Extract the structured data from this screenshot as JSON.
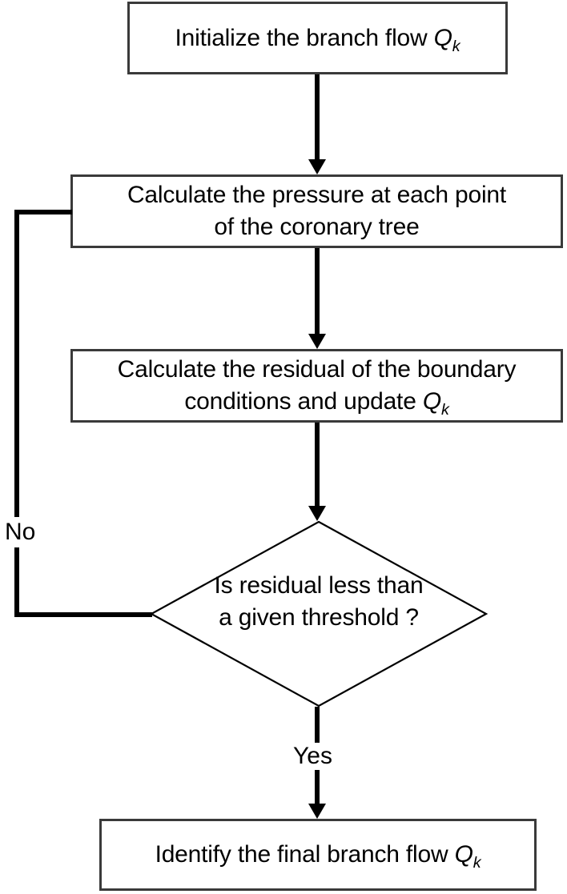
{
  "diagram": {
    "type": "flowchart",
    "title": "Iterative branch flow solution flowchart",
    "background_color": "#ffffff",
    "line_color": "#000000",
    "box_border_color": "#3a3a3a",
    "nodes": [
      {
        "id": "init",
        "shape": "rectangle",
        "text_line1": "Initialize the branch flow ",
        "symbol": "Q",
        "subscript": "k",
        "text_line2": ""
      },
      {
        "id": "pressure",
        "shape": "rectangle",
        "text_line1": "Calculate the pressure at each point",
        "text_line2": "of the coronary tree"
      },
      {
        "id": "residual",
        "shape": "rectangle",
        "text_line1": "Calculate the residual of the boundary",
        "text_line2_prefix": "conditions and update ",
        "symbol": "Q",
        "subscript": "k"
      },
      {
        "id": "decision",
        "shape": "diamond",
        "text_line1": "Is residual less than",
        "text_line2": "a given threshold ?"
      },
      {
        "id": "final",
        "shape": "rectangle",
        "text_line1": "Identify the final branch flow ",
        "symbol": "Q",
        "subscript": "k"
      }
    ],
    "edge_labels": {
      "no": "No",
      "yes": "Yes"
    }
  }
}
